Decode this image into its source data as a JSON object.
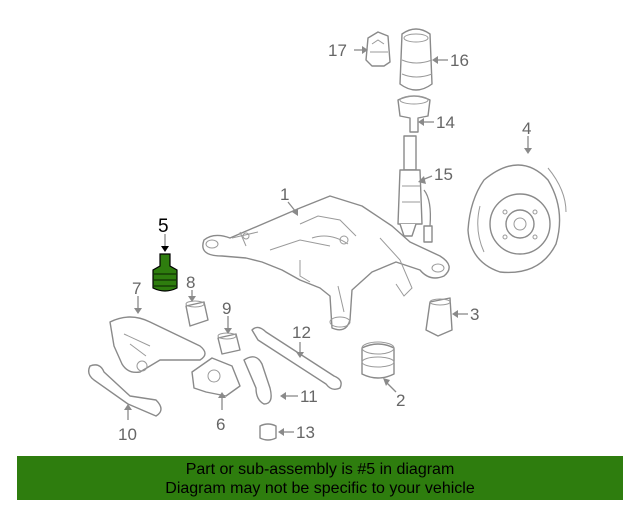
{
  "callouts": {
    "c1": "1",
    "c2": "2",
    "c3": "3",
    "c4": "4",
    "c5": "5",
    "c6": "6",
    "c7": "7",
    "c8": "8",
    "c9": "9",
    "c10": "10",
    "c11": "11",
    "c12": "12",
    "c13": "13",
    "c14": "14",
    "c15": "15",
    "c16": "16",
    "c17": "17"
  },
  "highlight": {
    "part": "5",
    "color": "#2e7d0e"
  },
  "banner": {
    "line1": "Part or sub-assembly is #5 in diagram",
    "line2": "Diagram may not be specific to your vehicle"
  }
}
